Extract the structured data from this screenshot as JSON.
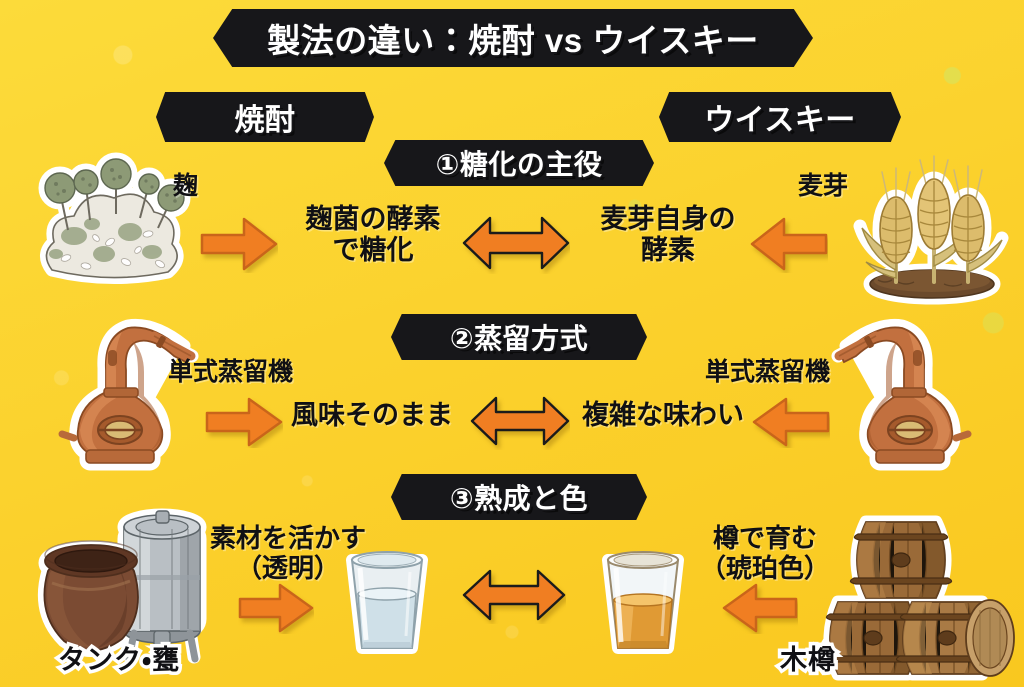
{
  "meta": {
    "background_color": "#FBD734",
    "banner_color": "#17171a",
    "arrow_color": "#F07E22",
    "text_color": "#101014"
  },
  "header": {
    "title": "製法の違い：焼酎 vs ウイスキー",
    "left_column": "焼酎",
    "right_column": "ウイスキー"
  },
  "sections": [
    {
      "banner": "①糖化の主役",
      "left": {
        "icon_label": "麹",
        "icon_name": "koji-mold-rice-illustration",
        "arrow": "right-arrow-icon",
        "text": "麹菌の酵素\nで糖化"
      },
      "center_arrow": "double-arrow-icon",
      "right": {
        "icon_label": "麦芽",
        "icon_name": "barley-malt-illustration",
        "arrow": "left-arrow-icon",
        "text": "麦芽自身の\n酵素"
      }
    },
    {
      "banner": "②蒸留方式",
      "left": {
        "icon_label": "単式蒸留機",
        "icon_name": "pot-still-illustration",
        "arrow": "right-arrow-icon",
        "text": "風味そのまま"
      },
      "center_arrow": "double-arrow-icon",
      "right": {
        "icon_label": "単式蒸留機",
        "icon_name": "pot-still-illustration",
        "arrow": "left-arrow-icon",
        "text": "複雑な味わい"
      }
    },
    {
      "banner": "③熟成と色",
      "left": {
        "icon_label": "タンク・甕",
        "icon_name": "tank-and-jar-illustration",
        "arrow": "right-arrow-icon",
        "text": "素材を活かす\n（透明）",
        "glass": "clear-spirit-glass-illustration"
      },
      "center_arrow": "double-arrow-icon",
      "right": {
        "icon_label": "木樽",
        "icon_name": "oak-barrel-illustration",
        "arrow": "left-arrow-icon",
        "text": "樽で育む\n（琥珀色）",
        "glass": "amber-whisky-glass-illustration"
      }
    }
  ]
}
